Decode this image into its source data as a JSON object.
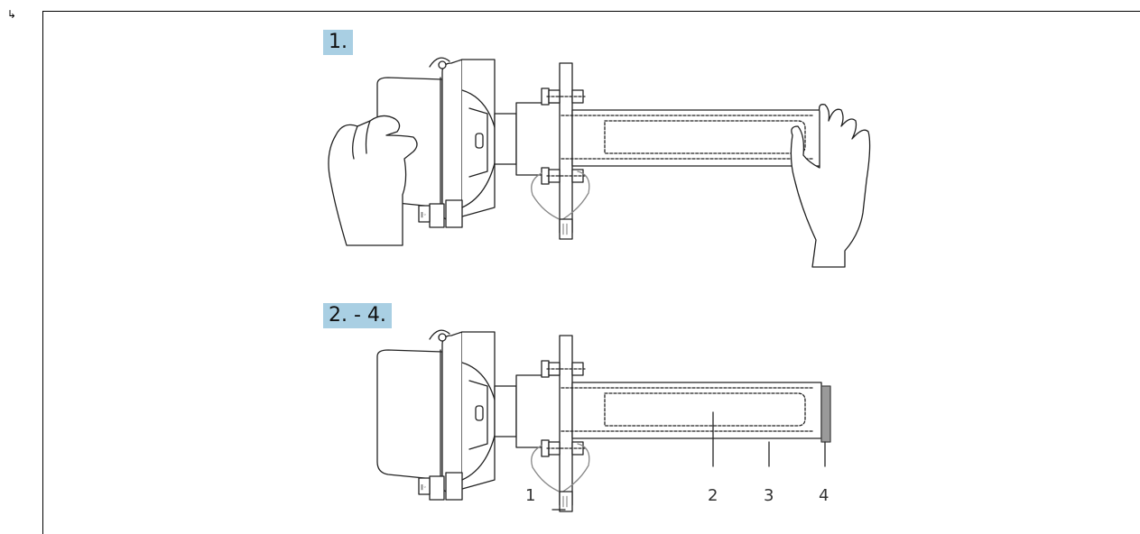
{
  "steps": {
    "first": "1.",
    "second": "2. - 4."
  },
  "result_arrow": "↳",
  "callouts": [
    "1",
    "2",
    "3",
    "4"
  ],
  "colors": {
    "badge": "#a9cfe3",
    "line": "#222222",
    "end_cap": "#9a9a9a"
  }
}
